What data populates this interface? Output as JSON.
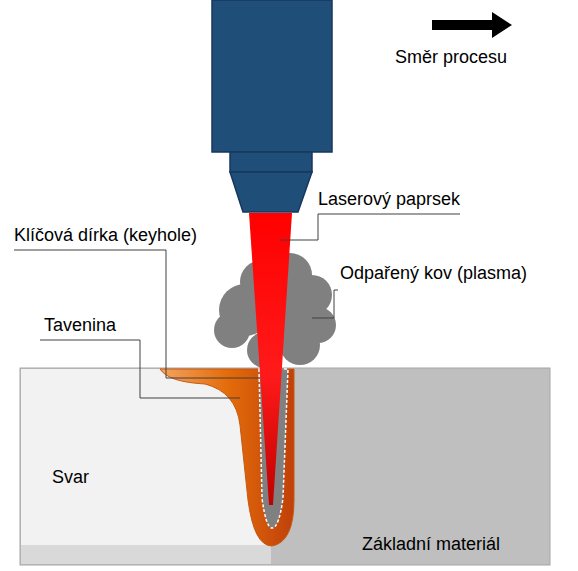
{
  "diagram": {
    "labels": [
      "Směr procesu",
      "Laserový paprsek",
      "Klíčová dírka (keyhole)",
      "Odpařený kov (plasma)",
      "Tavenina",
      "Svar",
      "Základní materiál"
    ]
  }
}
